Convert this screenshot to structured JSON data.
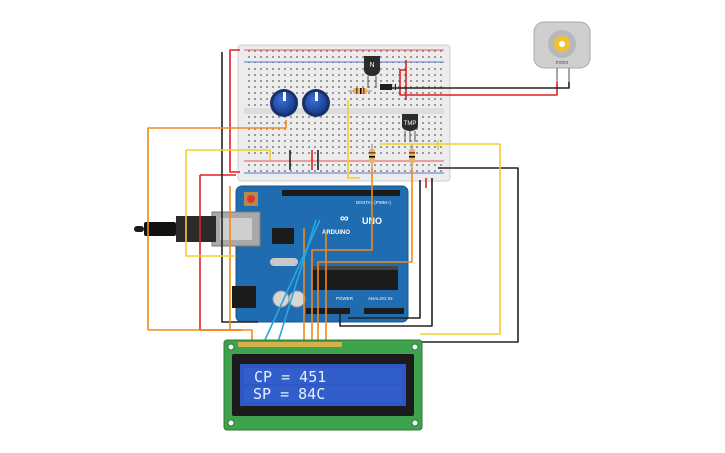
{
  "lcd": {
    "line1": " CP = 451",
    "line2": "SP = 84C"
  },
  "arduino": {
    "brand": "ARDUINO",
    "model": "UNO",
    "digital_label": "DIGITAL (PWM~)",
    "power_label": "POWER",
    "analog_label": "ANALOG IN"
  },
  "components": {
    "transistor_label": "N",
    "temp_sensor_label": "TMP",
    "motor_label": "motor"
  },
  "colors": {
    "pcb": "#1f6db0",
    "breadboard": "#e9e9e9",
    "lcd_pcb": "#3fa34d",
    "lcd_screen": "#2f57c4",
    "wire_red": "#e02020",
    "wire_black": "#222222",
    "wire_orange": "#f08a1c",
    "wire_yellow": "#f2cf2b",
    "wire_cyan": "#29a8e0"
  }
}
